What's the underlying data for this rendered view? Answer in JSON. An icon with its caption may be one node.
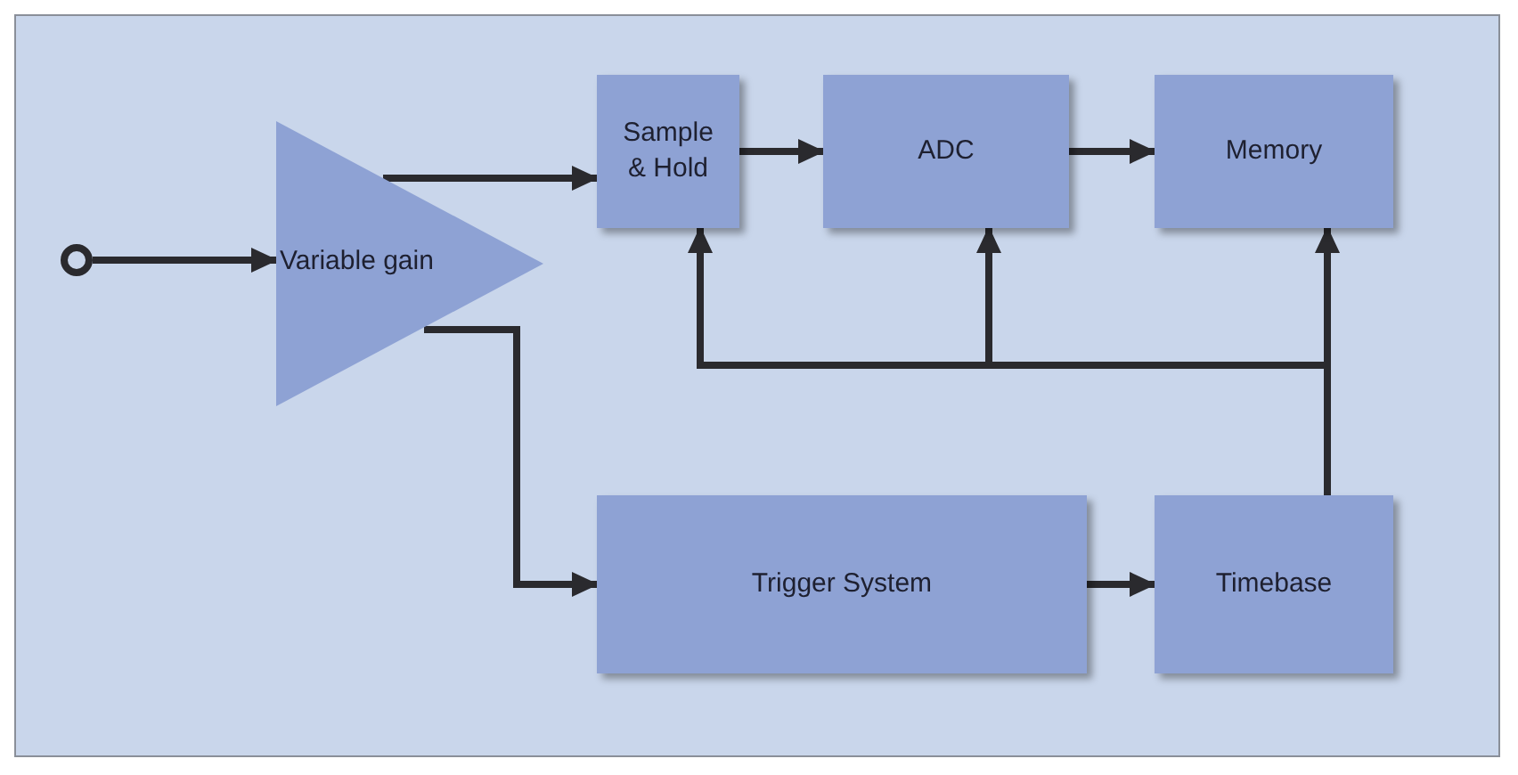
{
  "diagram": {
    "nodes": [
      {
        "text": [],
        "shape": "circle"
      },
      {
        "text": [
          "Variable gain"
        ]
      },
      {
        "text": [
          "Sample & Hold"
        ]
      },
      {
        "text": [
          "ADC"
        ]
      },
      {
        "text": [
          "Memory"
        ]
      },
      {
        "text": [
          "Trigger System"
        ]
      },
      {
        "text": [
          "Timebase"
        ]
      }
    ],
    "edges": [
      {
        "from": 0,
        "to": 1,
        "arrow": "to"
      },
      {
        "from": 1,
        "to": 2,
        "arrow": "to"
      },
      {
        "from": 1,
        "to": 5,
        "arrow": "to"
      },
      {
        "from": 2,
        "to": 3,
        "arrow": "to"
      },
      {
        "from": 3,
        "to": 4,
        "arrow": "to"
      },
      {
        "from": 5,
        "to": 6,
        "arrow": "to"
      },
      {
        "from": 6,
        "to": 4,
        "arrow": "to"
      },
      {
        "from": 6,
        "to": 3,
        "arrow": "to"
      },
      {
        "from": 6,
        "to": 2,
        "arrow": "to"
      }
    ]
  }
}
